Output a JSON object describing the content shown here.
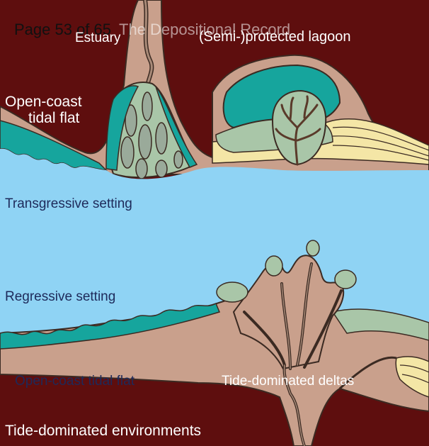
{
  "header": {
    "page_indicator": "Page 53 of 65",
    "watermark": "The Depositional Record"
  },
  "labels": {
    "estuary": "Estuary",
    "lagoon": "(Semi-)protected lagoon",
    "open_coast_top_line1": "Open-coast",
    "open_coast_top_line2": "tidal flat",
    "transgressive": "Transgressive setting",
    "regressive": "Regressive setting",
    "open_coast_bottom": "Open-coast tidal flat",
    "tide_deltas": "Tide-dominated deltas",
    "footer_title": "Tide-dominated environments"
  },
  "colors": {
    "background": "#5e0e0e",
    "sea": "#8fd3f4",
    "land": "#c9a08c",
    "teal": "#16a59d",
    "sage": "#a9c6a8",
    "sand": "#f4e6a6",
    "outline": "#3b2a22"
  }
}
